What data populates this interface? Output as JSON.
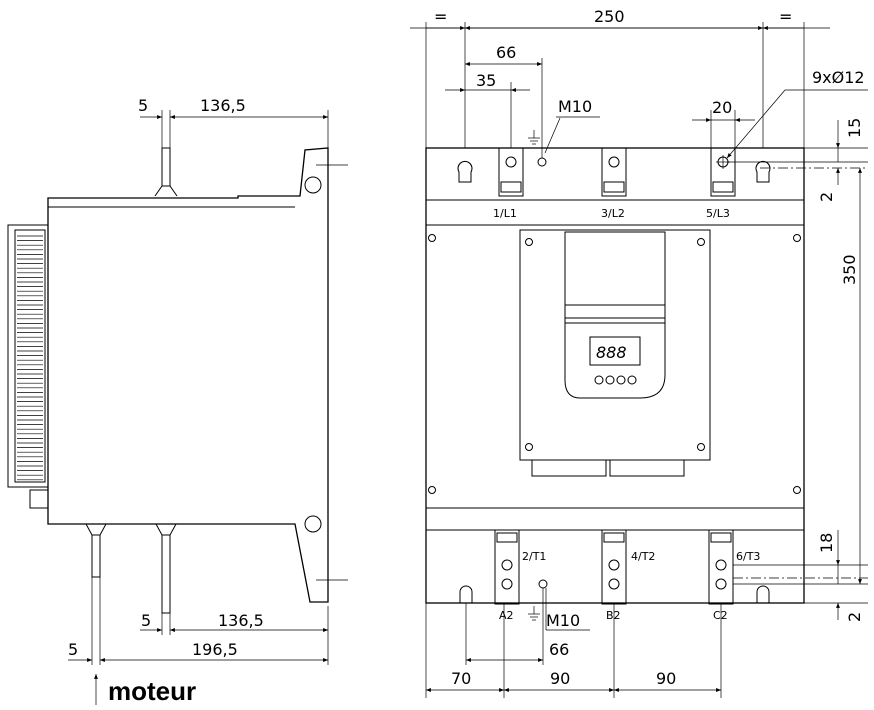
{
  "side_view": {
    "dim_top_5": "5",
    "dim_top_136_5": "136,5",
    "dim_bottom_5": "5",
    "dim_bottom_136_5": "136,5",
    "dim_total_5": "5",
    "dim_total_196_5": "196,5",
    "label_motor": "moteur"
  },
  "front_view": {
    "dim_eq_left": "=",
    "dim_width_250": "250",
    "dim_eq_right": "=",
    "dim_66_top": "66",
    "dim_35": "35",
    "label_m10_top": "M10",
    "dim_20": "20",
    "label_holes": "9xØ12",
    "dim_15": "15",
    "dim_2_top": "2",
    "dim_350": "350",
    "dim_18": "18",
    "dim_2_bottom": "2",
    "terminals_top": [
      "1/L1",
      "3/L2",
      "5/L3"
    ],
    "terminals_bottom": [
      "2/T1",
      "4/T2",
      "6/T3"
    ],
    "terminals_aux": [
      "A2",
      "B2",
      "C2"
    ],
    "label_m10_bottom": "M10",
    "dim_66_bottom": "66",
    "dim_70": "70",
    "dim_90_a": "90",
    "dim_90_b": "90",
    "display_text": "888"
  }
}
